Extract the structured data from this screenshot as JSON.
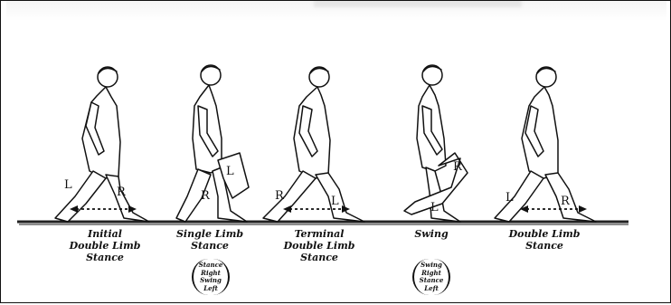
{
  "figure": {
    "title": "",
    "phases": [
      {
        "label": "Initial\nDouble Limb\nStance",
        "note": "",
        "limbs": [
          "L",
          "R"
        ]
      },
      {
        "label": "Single Limb\nStance",
        "note": "Stance\nRight\nSwing\nLeft",
        "limbs": [
          "L",
          "R"
        ]
      },
      {
        "label": "Terminal\nDouble Limb\nStance",
        "note": "",
        "limbs": [
          "R",
          "L"
        ]
      },
      {
        "label": "Swing",
        "note": "Swing\nRight\nStance\nLeft",
        "limbs": [
          "R",
          "L"
        ]
      },
      {
        "label": "Double Limb\nStance",
        "note": "",
        "limbs": [
          "L",
          "R"
        ]
      }
    ]
  }
}
